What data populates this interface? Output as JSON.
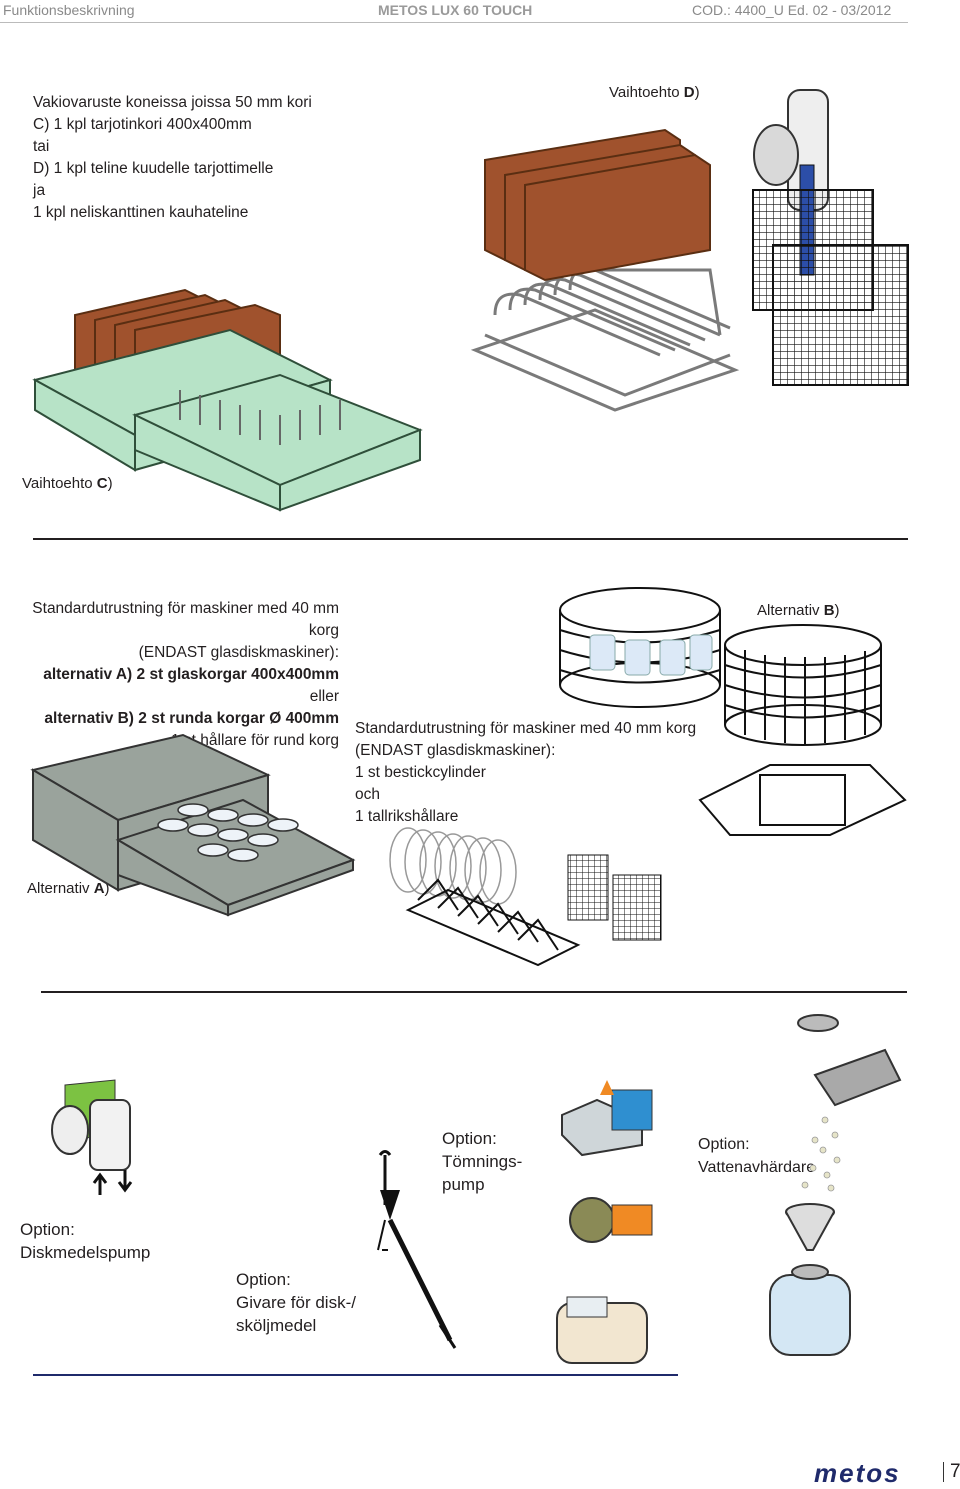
{
  "header": {
    "left": "Funktionsbeskrivning",
    "center": "METOS LUX 60 TOUCH",
    "right": "COD.: 4400_U  Ed. 02 - 03/2012"
  },
  "section1": {
    "lines": [
      "Vakiovaruste koneissa joissa 50 mm kori",
      "C) 1 kpl tarjotinkori 400x400mm",
      "tai",
      "D) 1 kpl teline kuudelle tarjottimelle",
      "ja",
      "1 kpl neliskanttinen kauhateline"
    ],
    "label_d_prefix": "Vaihtoehto ",
    "label_d_letter": "D",
    "label_c_prefix": "Vaihtoehto ",
    "label_c_letter": "C"
  },
  "section2": {
    "left_lines": [
      "Standardutrustning för maskiner med 40 mm korg",
      "(ENDAST glasdiskmaskiner):",
      "alternativ A) 2 st glaskorgar 400x400mm",
      "eller",
      "alternativ B) 2 st runda korgar Ø 400mm",
      "1 st hållare för rund korg"
    ],
    "right_lines": [
      "Standardutrustning för maskiner med 40 mm korg",
      "(ENDAST glasdiskmaskiner):",
      "1 st bestickcylinder",
      "och",
      "1 tallrikshållare"
    ],
    "label_b_prefix": "Alternativ ",
    "label_b_letter": "B",
    "label_a_prefix": "Alternativ ",
    "label_a_letter": "A"
  },
  "section3": {
    "options": [
      {
        "id": "pump",
        "lines": [
          "Option:",
          "Diskmedelspump"
        ]
      },
      {
        "id": "sensor",
        "lines": [
          "Option:",
          "Givare för disk-/",
          "sköljmedel"
        ]
      },
      {
        "id": "drain",
        "lines": [
          "Option:",
          "Tömnings-",
          "pump"
        ]
      },
      {
        "id": "softener",
        "lines": [
          "Option:",
          "Vattenavhärdare"
        ]
      }
    ]
  },
  "footer": {
    "logo": "metos",
    "page_number": "7"
  },
  "colors": {
    "tray_brown": "#a0522d",
    "rack_green": "#b7e3c7",
    "rack_grey": "#9aa39c",
    "logo_blue": "#1f2a6b"
  }
}
